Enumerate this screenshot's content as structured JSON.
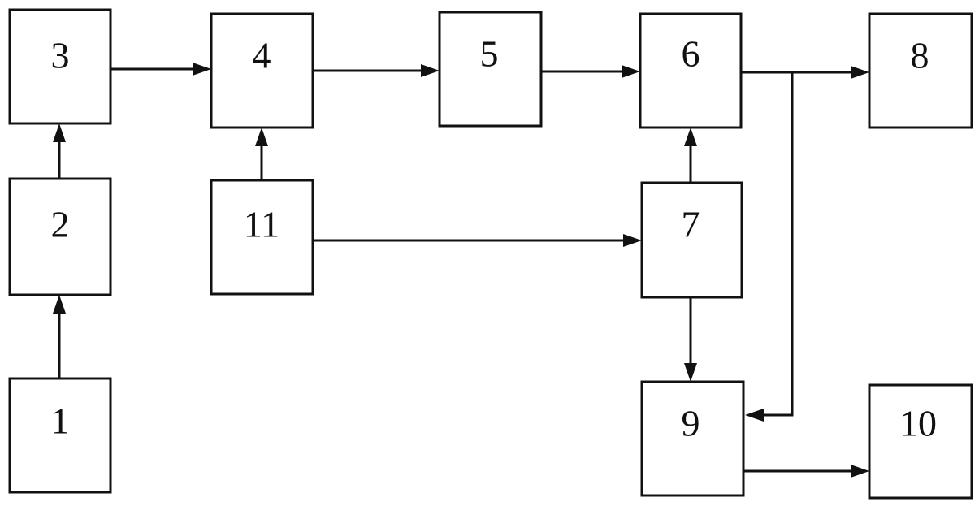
{
  "diagram": {
    "type": "block-diagram",
    "blocks": [
      {
        "id": "b1",
        "label": "1"
      },
      {
        "id": "b2",
        "label": "2"
      },
      {
        "id": "b3",
        "label": "3"
      },
      {
        "id": "b4",
        "label": "4"
      },
      {
        "id": "b5",
        "label": "5"
      },
      {
        "id": "b6",
        "label": "6"
      },
      {
        "id": "b7",
        "label": "7"
      },
      {
        "id": "b8",
        "label": "8"
      },
      {
        "id": "b9",
        "label": "9"
      },
      {
        "id": "b10",
        "label": "10"
      },
      {
        "id": "b11",
        "label": "11"
      }
    ],
    "connections": [
      {
        "from": "1",
        "to": "2"
      },
      {
        "from": "2",
        "to": "3"
      },
      {
        "from": "3",
        "to": "4"
      },
      {
        "from": "11",
        "to": "4"
      },
      {
        "from": "4",
        "to": "5"
      },
      {
        "from": "5",
        "to": "6"
      },
      {
        "from": "7",
        "to": "6"
      },
      {
        "from": "11",
        "to": "7"
      },
      {
        "from": "6",
        "to": "8"
      },
      {
        "from": "6",
        "to": "9"
      },
      {
        "from": "7",
        "to": "9"
      },
      {
        "from": "9",
        "to": "10"
      }
    ]
  }
}
